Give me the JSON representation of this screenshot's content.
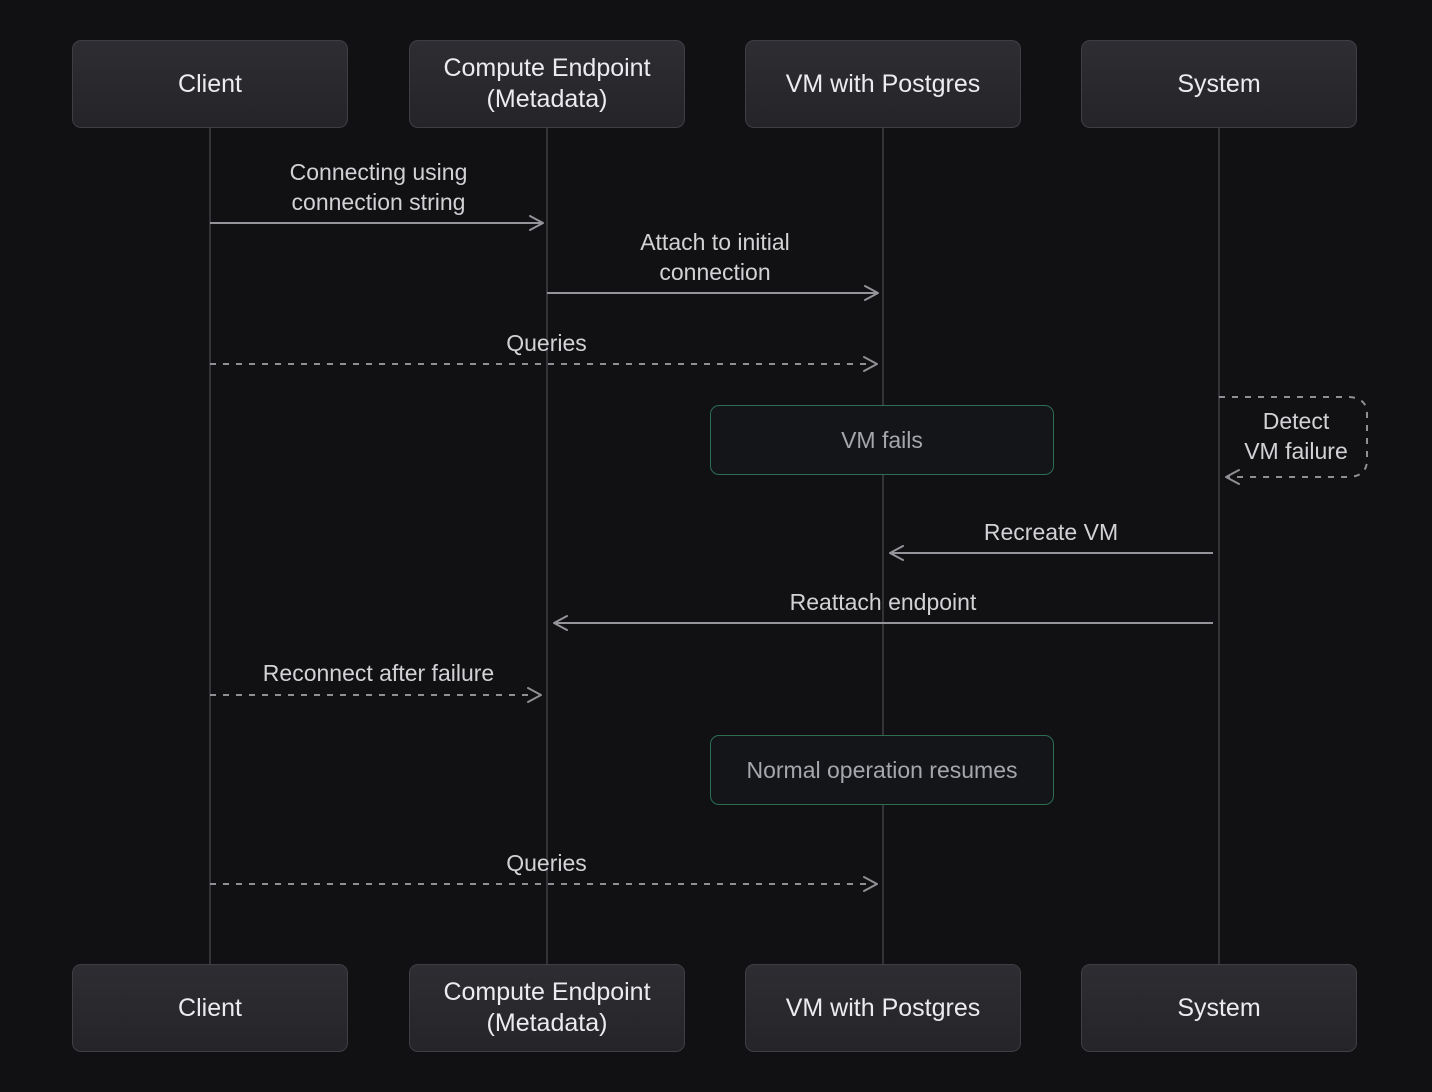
{
  "diagram": {
    "type": "sequence-diagram",
    "theme": {
      "background": "#111113",
      "actor_box_background": "#28282d",
      "actor_box_border": "#3e3e45",
      "actor_text_color": "#ececf0",
      "lifeline_color": "#333338",
      "arrow_color": "#94949a",
      "message_text_color": "#d2d2d6",
      "note_border_color": "#2b6e52",
      "note_background": "#131518",
      "note_text_color": "#a6a6ac"
    },
    "actors": [
      {
        "label": "Client"
      },
      {
        "label": "Compute Endpoint\n(Metadata)"
      },
      {
        "label": "VM with Postgres"
      },
      {
        "label": "System"
      }
    ],
    "messages": [
      {
        "label": "Connecting using\nconnection string",
        "from": "Client",
        "to": "Compute Endpoint (Metadata)",
        "line": "solid",
        "direction": "right"
      },
      {
        "label": "Attach to initial\nconnection",
        "from": "Compute Endpoint (Metadata)",
        "to": "VM with Postgres",
        "line": "solid",
        "direction": "right"
      },
      {
        "label": "Queries",
        "from": "Client",
        "to": "VM with Postgres",
        "line": "dashed",
        "direction": "right"
      },
      {
        "label": "Recreate VM",
        "from": "System",
        "to": "VM with Postgres",
        "line": "solid",
        "direction": "left"
      },
      {
        "label": "Reattach endpoint",
        "from": "System",
        "to": "Compute Endpoint (Metadata)",
        "line": "solid",
        "direction": "left"
      },
      {
        "label": "Reconnect after failure",
        "from": "Client",
        "to": "Compute Endpoint (Metadata)",
        "line": "dashed",
        "direction": "right"
      },
      {
        "label": "Queries",
        "from": "Client",
        "to": "VM with Postgres",
        "line": "dashed",
        "direction": "right"
      }
    ],
    "notes": [
      {
        "label": "VM fails",
        "over": "VM with Postgres"
      },
      {
        "label": "Normal operation resumes",
        "over": "VM with Postgres"
      }
    ],
    "self_message": {
      "label": "Detect\nVM failure",
      "actor": "System",
      "line": "dashed",
      "direction": "self"
    }
  }
}
